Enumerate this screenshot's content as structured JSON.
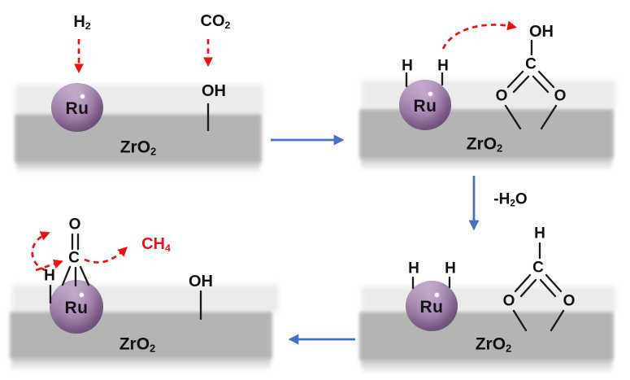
{
  "colors": {
    "background": "#ffffff",
    "arrow_red": "#ee1111",
    "arrow_blue": "#4472c4",
    "bond_black": "#1a1a1a",
    "support_gray": "#b4b4b4",
    "support_band": "#dcdcdc",
    "particle_light": "#c2abcd",
    "particle_dark": "#6f4f7c",
    "text": "#111111"
  },
  "labels": {
    "h2": {
      "base": "H",
      "sub": "2"
    },
    "co2": {
      "base": "CO",
      "sub": "2"
    },
    "ch4": {
      "base": "CH",
      "sub": "4"
    },
    "zro2": {
      "base": "ZrO",
      "sub": "2"
    },
    "minus_h2o": {
      "pre": "-H",
      "sub": "2",
      "post": "O"
    },
    "oh": "OH",
    "h": "H",
    "c": "C",
    "o": "O",
    "ru": "Ru"
  }
}
